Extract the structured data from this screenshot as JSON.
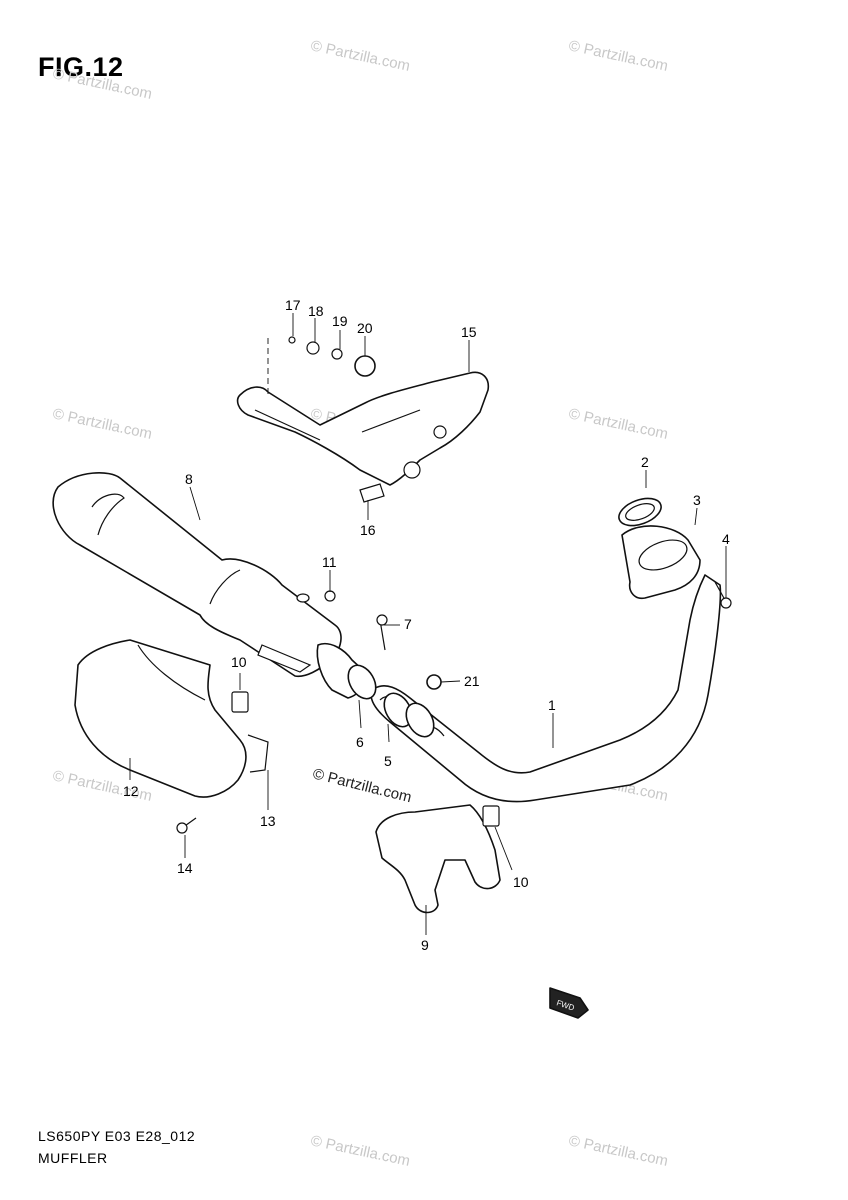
{
  "figure": {
    "title": "FIG.12"
  },
  "footer": {
    "code": "LS650PY E03 E28_012",
    "name": "MUFFLER"
  },
  "watermark": {
    "text": "© Partzilla.com",
    "center_text": "© Partzilla.com"
  },
  "fwd_marker": {
    "label": "FWD"
  },
  "callouts": [
    {
      "id": "1",
      "label": "1"
    },
    {
      "id": "2",
      "label": "2"
    },
    {
      "id": "3",
      "label": "3"
    },
    {
      "id": "4",
      "label": "4"
    },
    {
      "id": "5",
      "label": "5"
    },
    {
      "id": "6",
      "label": "6"
    },
    {
      "id": "7",
      "label": "7"
    },
    {
      "id": "8",
      "label": "8"
    },
    {
      "id": "9",
      "label": "9"
    },
    {
      "id": "10a",
      "label": "10"
    },
    {
      "id": "10b",
      "label": "10"
    },
    {
      "id": "11",
      "label": "11"
    },
    {
      "id": "12",
      "label": "12"
    },
    {
      "id": "13",
      "label": "13"
    },
    {
      "id": "14",
      "label": "14"
    },
    {
      "id": "15",
      "label": "15"
    },
    {
      "id": "16",
      "label": "16"
    },
    {
      "id": "17",
      "label": "17"
    },
    {
      "id": "18",
      "label": "18"
    },
    {
      "id": "19",
      "label": "19"
    },
    {
      "id": "20",
      "label": "20"
    },
    {
      "id": "21",
      "label": "21"
    }
  ],
  "colors": {
    "line": "#111111",
    "watermark": "#c8c8c8",
    "background": "#ffffff"
  }
}
